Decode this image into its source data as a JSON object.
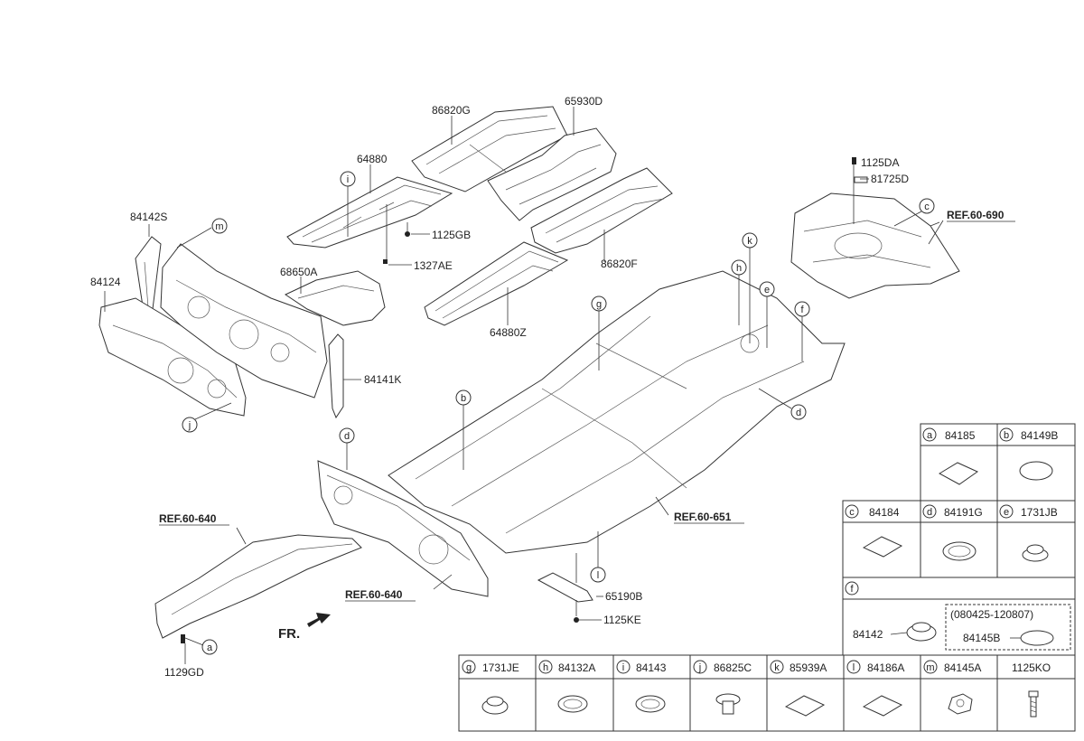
{
  "callouts": {
    "p64880": "64880",
    "p86820G": "86820G",
    "p65930D": "65930D",
    "p1125GB": "1125GB",
    "p1327AE": "1327AE",
    "p86820F": "86820F",
    "p64880Z": "64880Z",
    "p84142S": "84142S",
    "p84124": "84124",
    "p68650A": "68650A",
    "p84141K": "84141K",
    "p1125DA": "1125DA",
    "p81725D": "81725D",
    "p65190B": "65190B",
    "p1125KE": "1125KE",
    "p1129GD": "1129GD"
  },
  "refs": {
    "r690": "REF.60-690",
    "r640a": "REF.60-640",
    "r640b": "REF.60-640",
    "r651": "REF.60-651"
  },
  "letters": {
    "i1": "i",
    "m1": "m",
    "j1": "j",
    "c1": "c",
    "k1": "k",
    "h1": "h",
    "e1": "e",
    "f1": "f",
    "d1": "d",
    "g1": "g",
    "b1": "b",
    "d2": "d",
    "l1": "l",
    "a1": "a"
  },
  "front_marker": "FR.",
  "legend": {
    "a": {
      "letter": "a",
      "part": "84185"
    },
    "b": {
      "letter": "b",
      "part": "84149B"
    },
    "c": {
      "letter": "c",
      "part": "84184"
    },
    "d": {
      "letter": "d",
      "part": "84191G"
    },
    "e": {
      "letter": "e",
      "part": "1731JB"
    },
    "f": {
      "letter": "f",
      "part_left": "84142",
      "date_range": "(080425-120807)",
      "part_right": "84145B"
    },
    "g": {
      "letter": "g",
      "part": "1731JE"
    },
    "h": {
      "letter": "h",
      "part": "84132A"
    },
    "i": {
      "letter": "i",
      "part": "84143"
    },
    "j": {
      "letter": "j",
      "part": "86825C"
    },
    "k": {
      "letter": "k",
      "part": "85939A"
    },
    "l": {
      "letter": "l",
      "part": "84186A"
    },
    "m": {
      "letter": "m",
      "part": "84145A"
    },
    "bolt": {
      "part": "1125KO"
    }
  }
}
